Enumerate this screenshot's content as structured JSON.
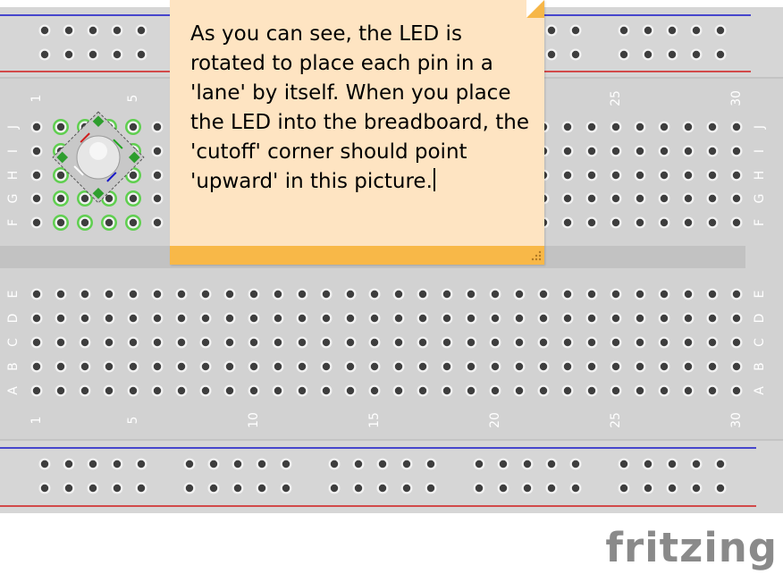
{
  "breadboard": {
    "row_letters_top": [
      "J",
      "I",
      "H",
      "G",
      "F"
    ],
    "row_letters_bottom": [
      "E",
      "D",
      "C",
      "B",
      "A"
    ],
    "column_numbers": [
      "1",
      "5",
      "10",
      "15",
      "20",
      "25",
      "30"
    ],
    "colors": {
      "board": "#d2d2d2",
      "hole": "#3e3e3e",
      "hole_ring": "#f2f2f2",
      "connected_highlight": "#5fcf4f",
      "rail_blue": "#1616c8",
      "rail_red": "#d01c1c",
      "divider": "#c0c0c0"
    }
  },
  "led": {
    "name": "RGB LED"
  },
  "note": {
    "text": "As you can see, the LED is rotated to place each pin in a 'lane' by itself. When you place the LED into the breadboard, the 'cutoff' corner should point 'upward' in this picture.",
    "background": "#fee4c2",
    "footer_color": "#f8b848"
  },
  "logo": {
    "text": "fritzing"
  }
}
